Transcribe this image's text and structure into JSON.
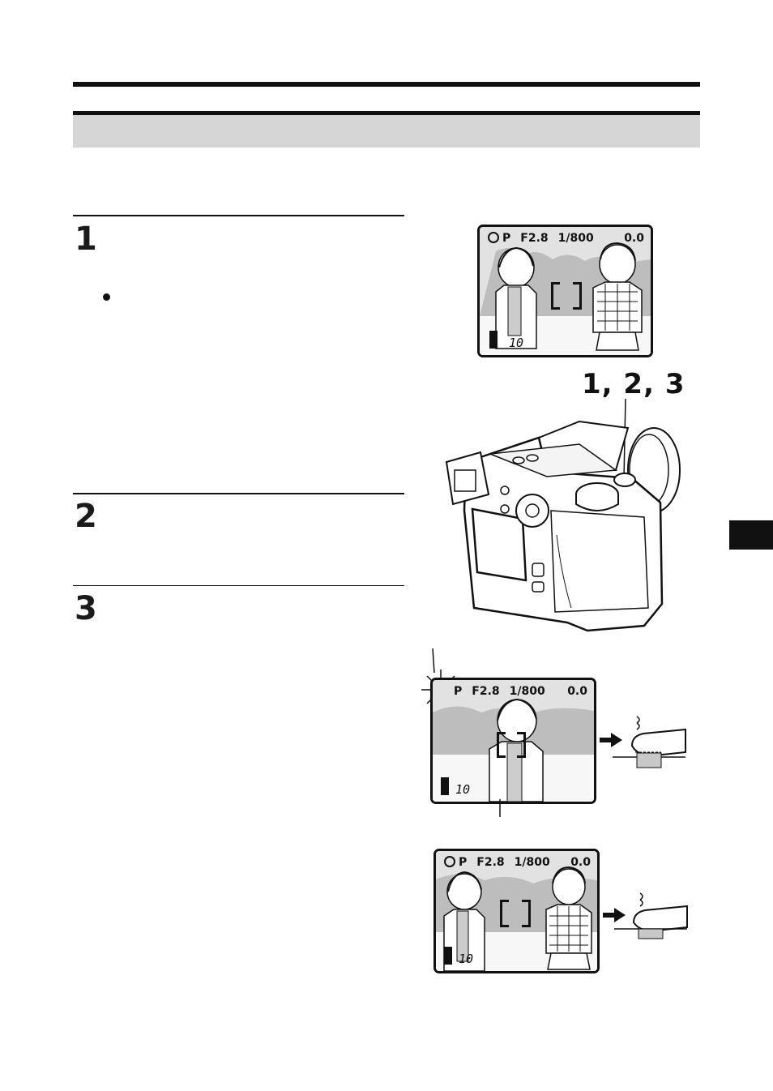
{
  "steps": {
    "one": "1",
    "two": "2",
    "three": "3"
  },
  "callout": {
    "label": "1, 2, 3"
  },
  "lcd_top": {
    "mode": "P",
    "aperture": "F2.8",
    "shutter": "1/800",
    "exposure": "0.0",
    "frames": "10"
  },
  "lcd_mid": {
    "mode": "P",
    "aperture": "F2.8",
    "shutter": "1/800",
    "exposure": "0.0",
    "frames": "10"
  },
  "lcd_bottom": {
    "mode": "P",
    "aperture": "F2.8",
    "shutter": "1/800",
    "exposure": "0.0",
    "frames": "10"
  },
  "colors": {
    "ink": "#111111",
    "band": "#d6d6d6",
    "button_gray": "#c8c8c8"
  },
  "icons": {
    "lamp": "green-lamp-icon",
    "press": "finger-press-icon",
    "arrow": "arrow-right-icon",
    "camera": "camera-illustration"
  }
}
